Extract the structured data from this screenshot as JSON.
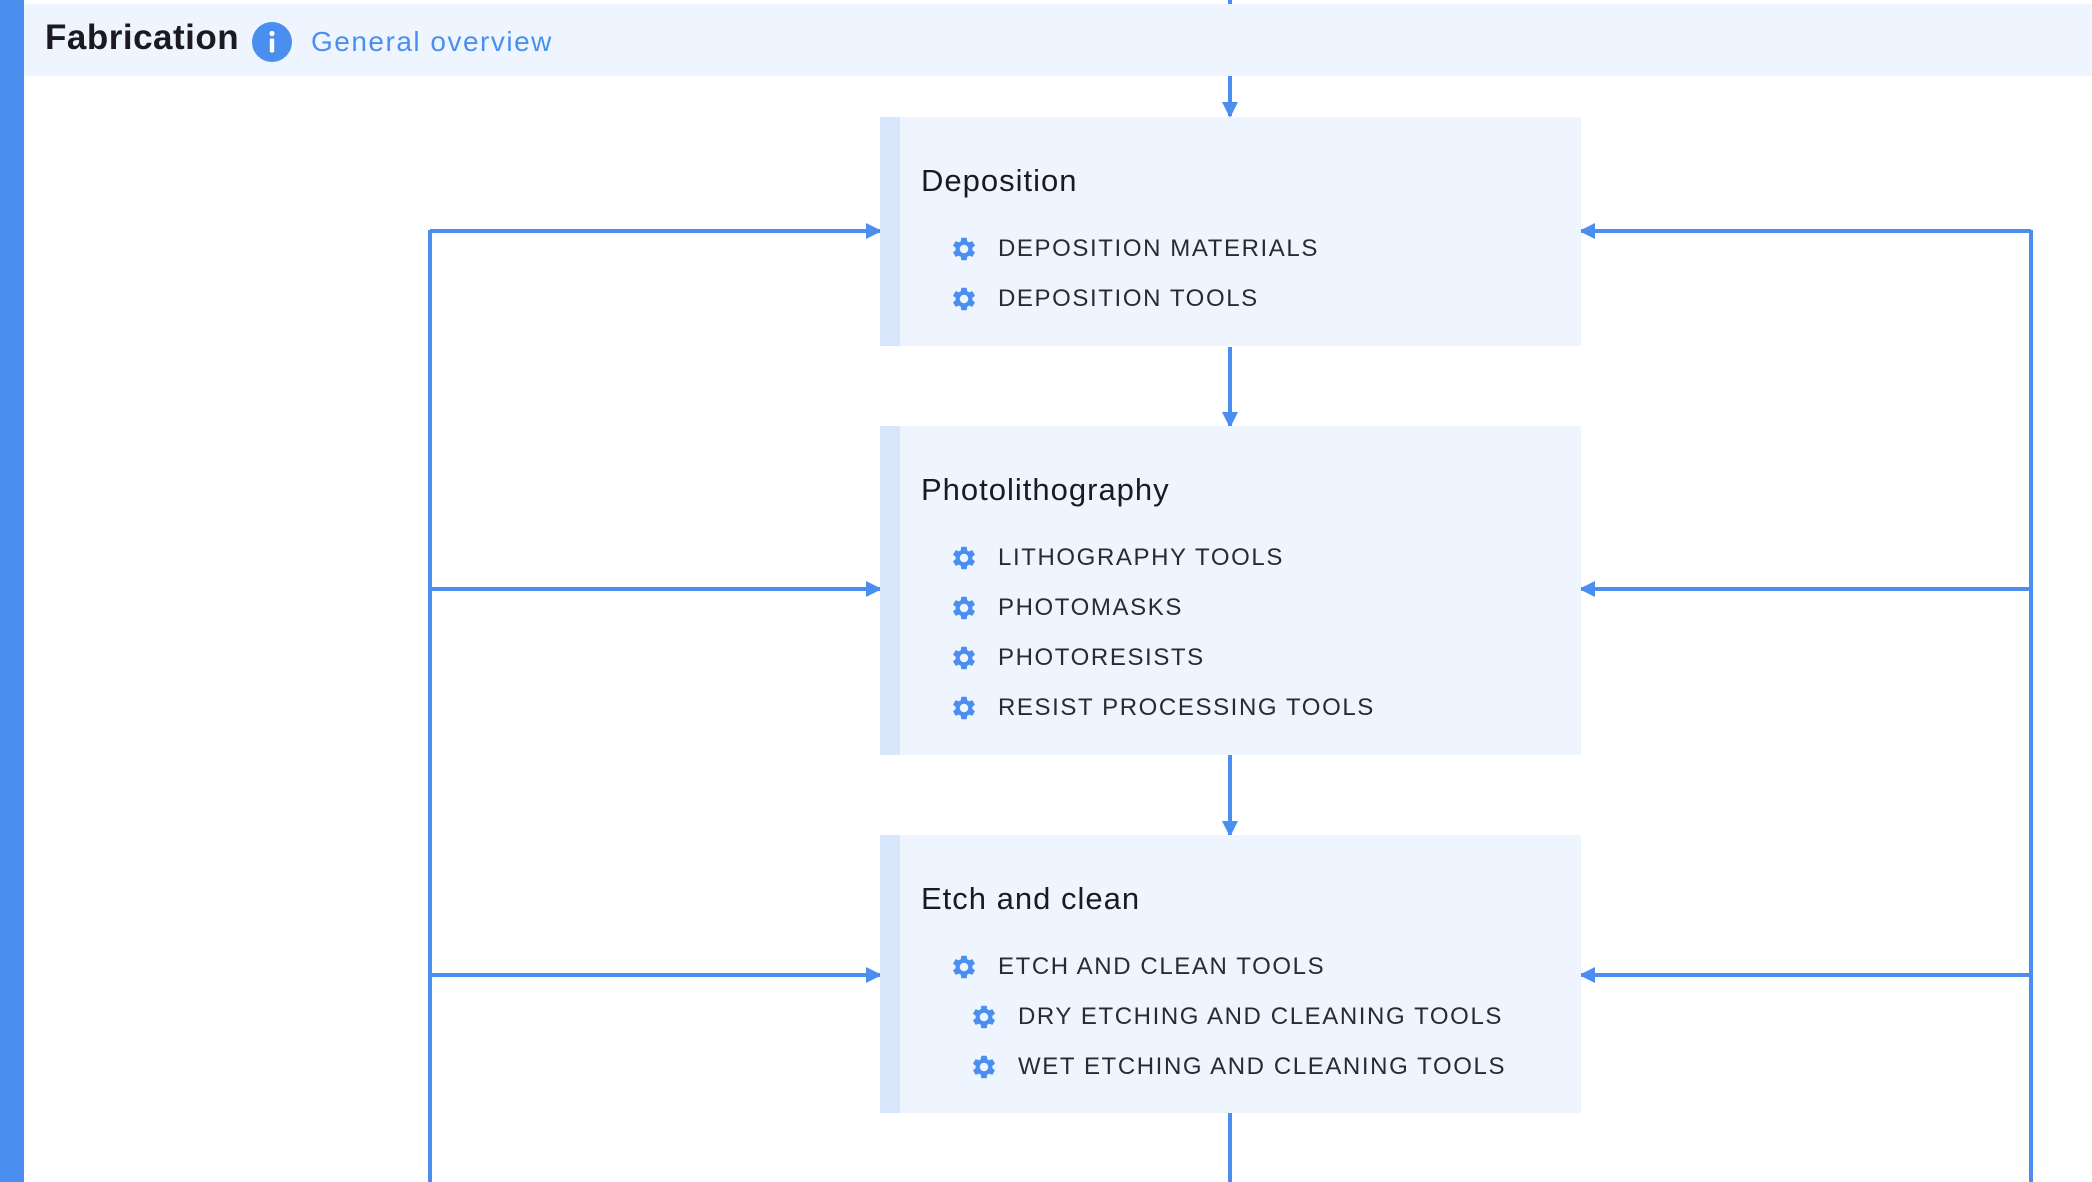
{
  "header": {
    "title": "Fabrication",
    "info_icon": "info-icon",
    "link_label": "General overview"
  },
  "colors": {
    "accent": "#4a8ff0",
    "panel_bg": "#eff5fe",
    "box_border": "#d8e6fb",
    "text": "#1a1a20"
  },
  "stages": [
    {
      "title": "Deposition",
      "items": [
        {
          "label": "DEPOSITION MATERIALS",
          "icon": "gear-icon"
        },
        {
          "label": "DEPOSITION TOOLS",
          "icon": "gear-icon"
        }
      ]
    },
    {
      "title": "Photolithography",
      "items": [
        {
          "label": "LITHOGRAPHY TOOLS",
          "icon": "gear-icon"
        },
        {
          "label": "PHOTOMASKS",
          "icon": "gear-icon"
        },
        {
          "label": "PHOTORESISTS",
          "icon": "gear-icon"
        },
        {
          "label": "RESIST PROCESSING TOOLS",
          "icon": "gear-icon"
        }
      ]
    },
    {
      "title": "Etch and clean",
      "items": [
        {
          "label": "ETCH AND CLEAN TOOLS",
          "icon": "gear-icon"
        },
        {
          "label": "DRY ETCHING AND CLEANING TOOLS",
          "icon": "gear-icon"
        },
        {
          "label": "WET ETCHING AND CLEANING TOOLS",
          "icon": "gear-icon"
        }
      ]
    }
  ]
}
